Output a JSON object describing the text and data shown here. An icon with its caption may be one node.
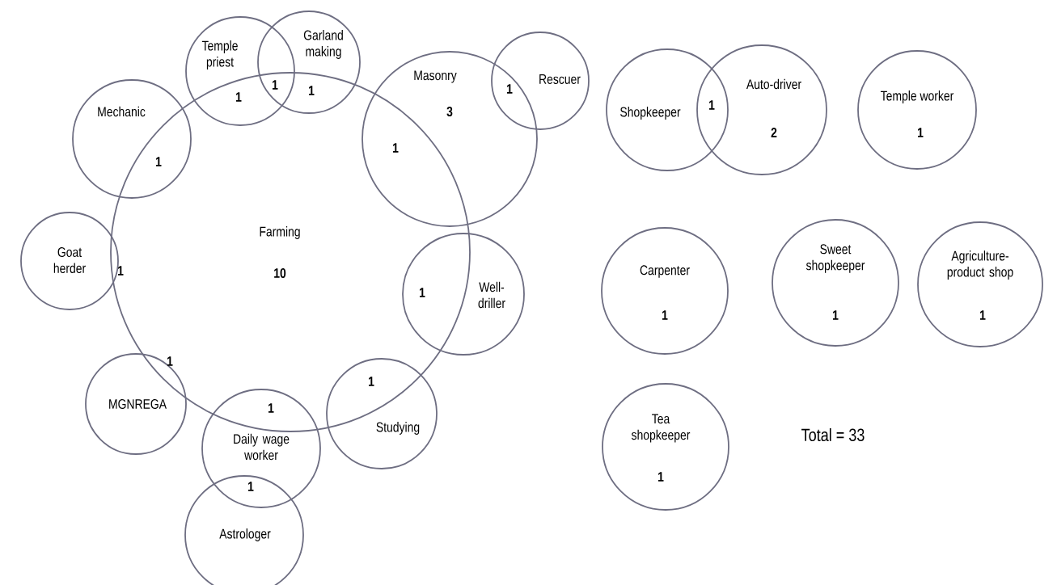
{
  "diagram": {
    "nodes": [
      {
        "text": [
          "Temple priest"
        ]
      },
      {
        "text": [
          "Garland making"
        ]
      },
      {
        "text": [
          "Masonry",
          "3"
        ]
      },
      {
        "text": [
          "Rescuer"
        ]
      },
      {
        "text": [
          "Shopkeeper"
        ]
      },
      {
        "text": [
          "Auto-driver",
          "2"
        ]
      },
      {
        "text": [
          "Temple worker",
          "1"
        ]
      },
      {
        "text": [
          "Mechanic"
        ]
      },
      {
        "text": [
          "Farming",
          "10"
        ]
      },
      {
        "text": [
          "Goat herder"
        ]
      },
      {
        "text": [
          "Well-driller"
        ]
      },
      {
        "text": [
          "Carpenter",
          "1"
        ]
      },
      {
        "text": [
          "Sweet shopkeeper",
          "1"
        ]
      },
      {
        "text": [
          "Agriculture-product shop",
          "1"
        ]
      },
      {
        "text": [
          "MGNREGA"
        ]
      },
      {
        "text": [
          "Studying"
        ]
      },
      {
        "text": [
          "Daily wage worker"
        ]
      },
      {
        "text": [
          "Tea shopkeeper",
          "1"
        ]
      },
      {
        "text": [
          "Astrologer"
        ]
      }
    ],
    "labels": [
      "1",
      "1",
      "1",
      "1",
      "1",
      "1",
      "1",
      "1",
      "1",
      "1",
      "1",
      "1",
      "Total = 33",
      "1"
    ]
  }
}
